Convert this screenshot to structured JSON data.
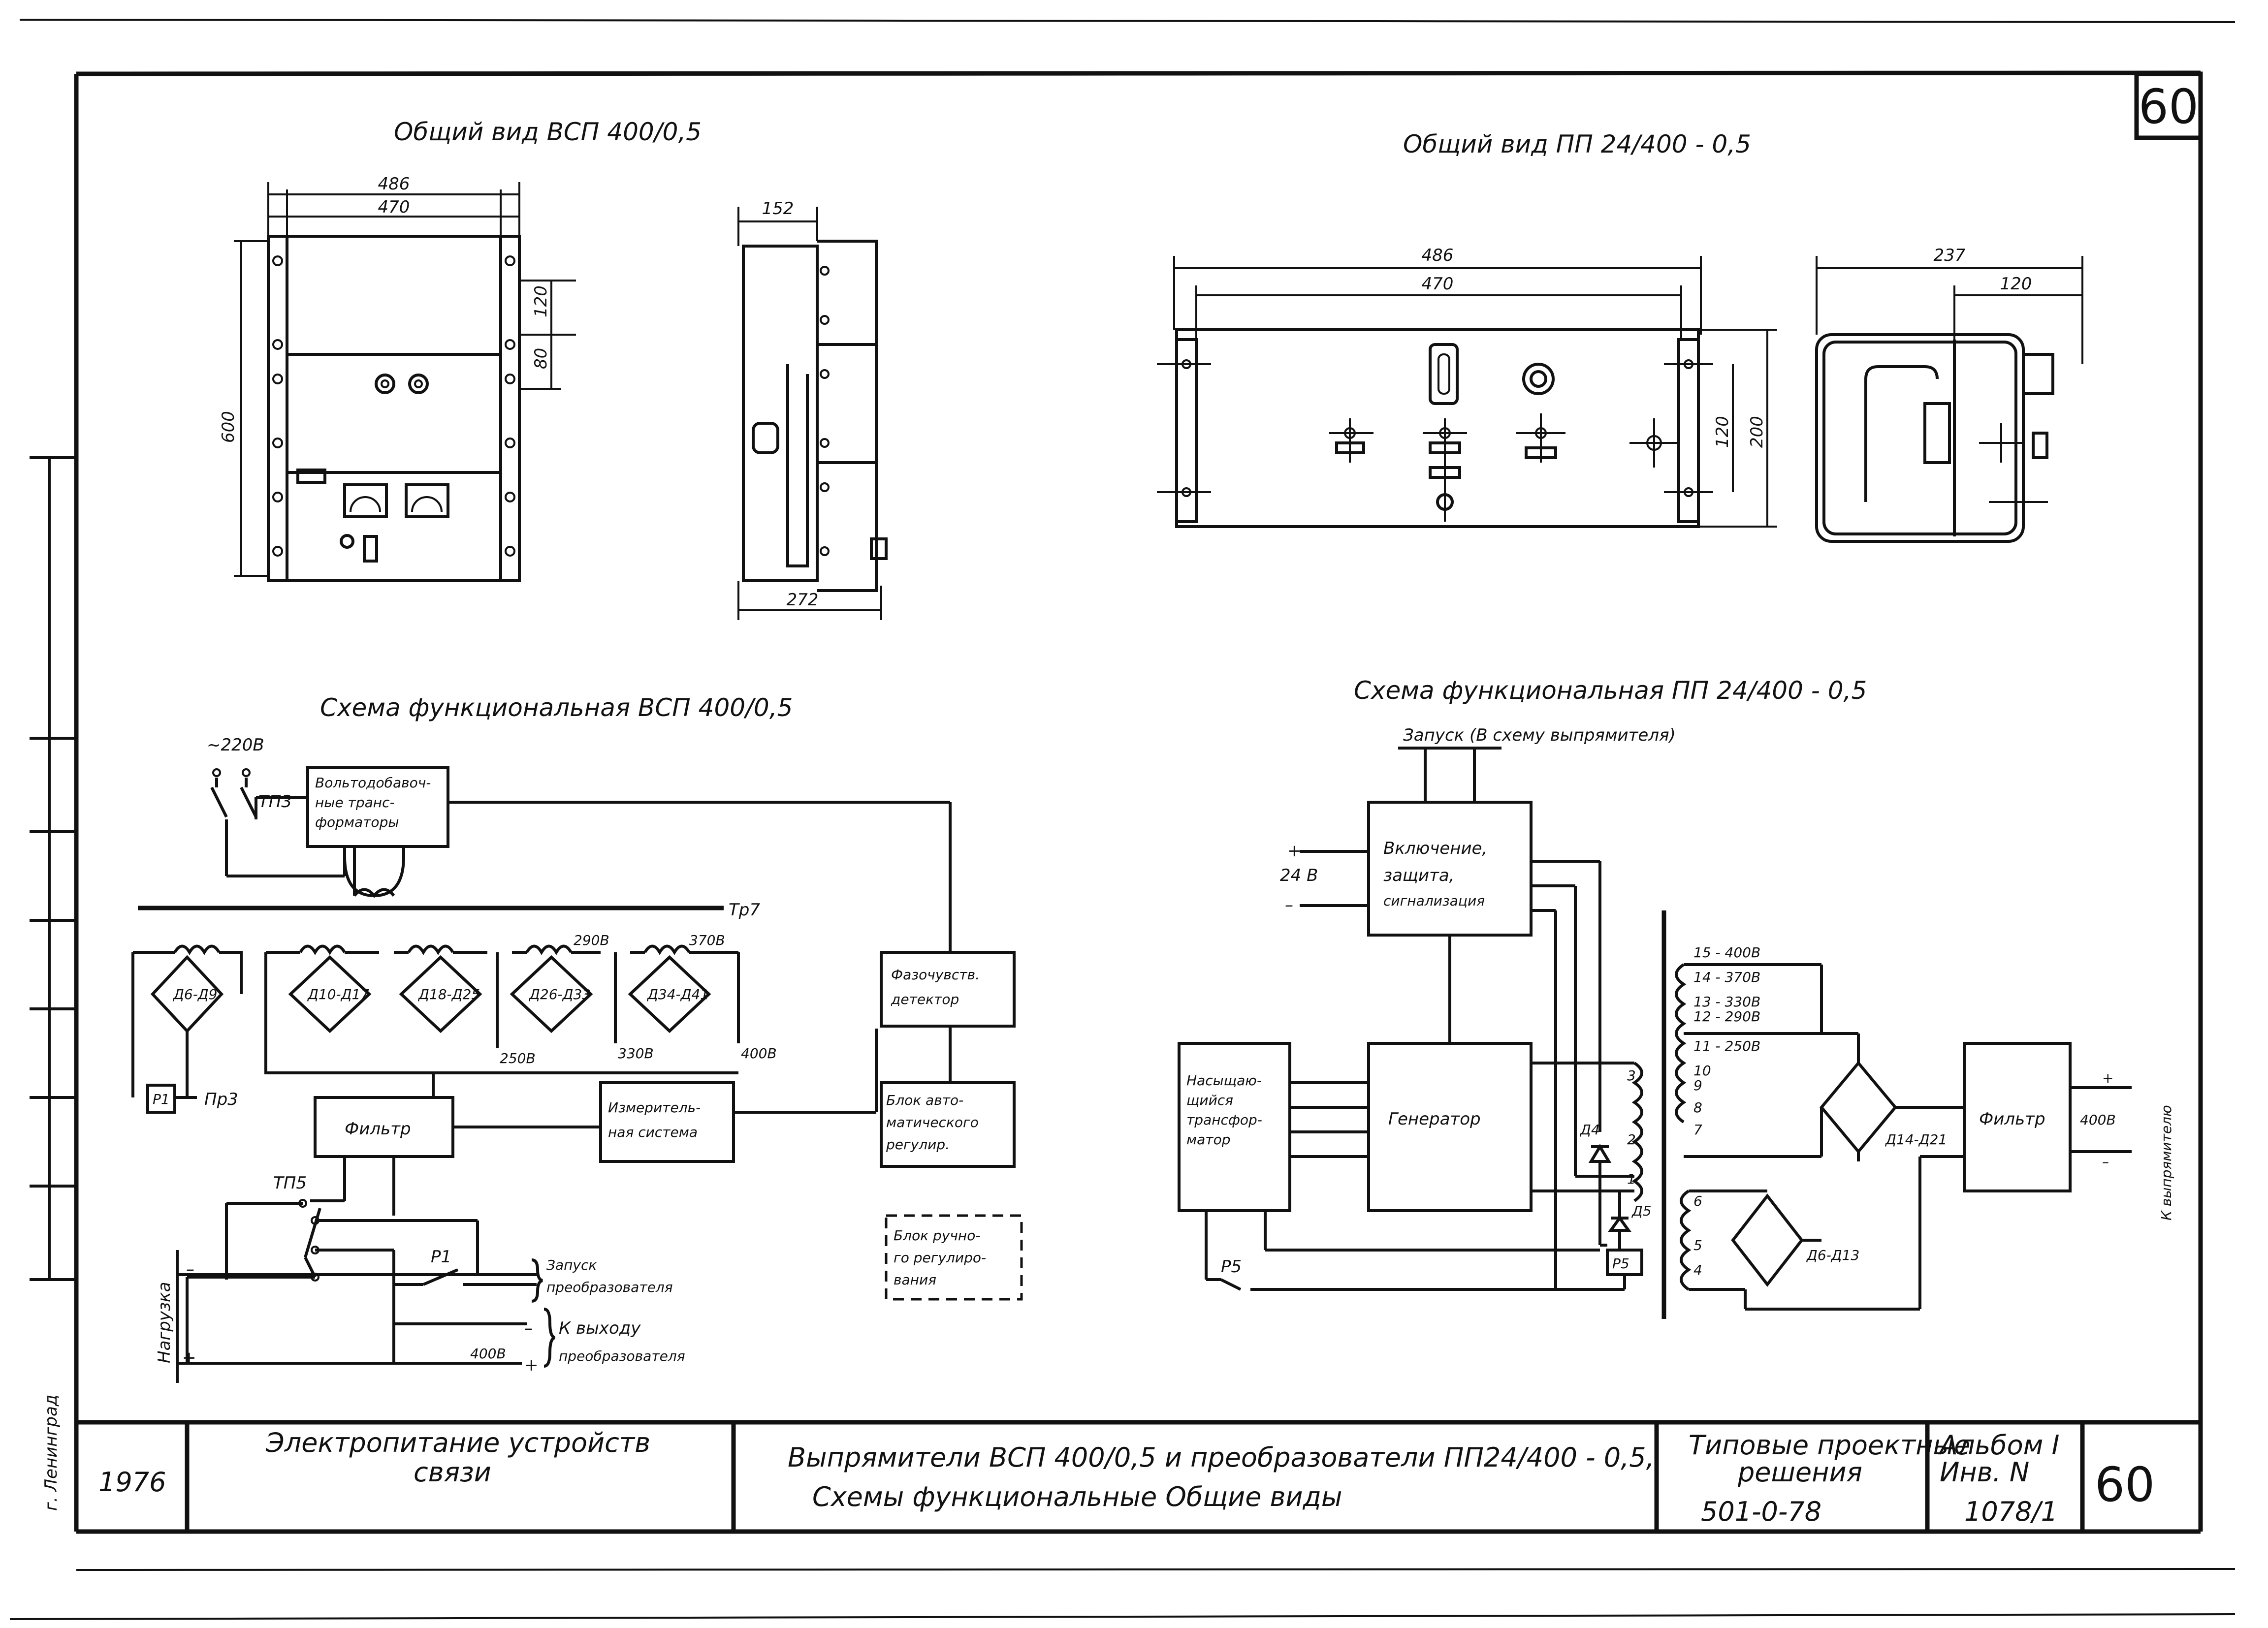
{
  "sheet_number": "60",
  "views": {
    "vsp_title": "Общий   вид   ВСП 400/0,5",
    "pp_title": "Общий   вид   ПП 24/400 - 0,5",
    "vsp_dims": {
      "w_outer": "486",
      "w_inner": "470",
      "height": "600",
      "d1": "120",
      "d2": "80",
      "depth_top": "152",
      "depth_bottom": "272"
    },
    "pp_dims": {
      "w_outer": "486",
      "w_inner": "470",
      "h1": "120",
      "h2": "200",
      "depth": "237",
      "depth_inner": "120"
    }
  },
  "schema_vsp": {
    "title": "Схема   функциональная   ВСП 400/0,5",
    "supply": "~220В",
    "tp3": "ТП3",
    "booster": [
      "Вольтодобавоч-",
      "ные транс-",
      "форматоры"
    ],
    "tr7": "Тр7",
    "bridges": [
      "Д6-Д9",
      "Д10-Д17",
      "Д18-Д25",
      "Д26-Д33",
      "Д34-Д41"
    ],
    "taps": {
      "t290": "290В",
      "t370": "370В",
      "t250": "250В",
      "t330": "330В",
      "t400": "400В"
    },
    "relay_box": "Р1",
    "pr3": "Пр3",
    "filter": "Фильтр",
    "meas": [
      "Измеритель-",
      "ная система"
    ],
    "phase": [
      "Фазочувств.",
      "детектор"
    ],
    "auto": [
      "Блок авто-",
      "матического",
      "регулир."
    ],
    "manual": [
      "Блок ручно-",
      "го регулиро-",
      "вания"
    ],
    "tp5": "ТП5",
    "p1": "Р1",
    "start": [
      "Запуск",
      "преобразователя"
    ],
    "out": [
      "К выходу",
      "преобразователя"
    ],
    "v400": "400В",
    "load": "Нагрузка",
    "minus": "–",
    "plus": "+"
  },
  "schema_pp": {
    "title": "Схема   функциональная   ПП 24/400 - 0,5",
    "start": "Запуск (В схему выпрямителя)",
    "control": [
      "Включение,",
      "защита,",
      "сигнализация"
    ],
    "v24": "24 В",
    "plus": "+",
    "minus": "–",
    "sat": [
      "Насыщаю-",
      "щийся",
      "трансфор-",
      "матор"
    ],
    "gen": "Генератор",
    "windings": [
      "3",
      "2",
      "1"
    ],
    "d4": "Д4",
    "d5": "Д5",
    "p5box": "Р5",
    "p5": "Р5",
    "taps": [
      "15 - 400В",
      "14 - 370В",
      "13 - 330В",
      "12 - 290В",
      "11 - 250В",
      "10",
      "9",
      "8",
      "7"
    ],
    "low_taps": [
      "6",
      "5",
      "4"
    ],
    "d14": "Д14-Д21",
    "d6": "Д6-Д13",
    "filter": "Фильтр",
    "v400": "400В",
    "to_rect": "К выпрямителю"
  },
  "left_margin": {
    "city": "г. Ленинград"
  },
  "title_block": {
    "year": "1976",
    "subject": [
      "Электропитание устройств",
      "связи"
    ],
    "desc1": "Выпрямители  ВСП  400/0,5  и  преобразователи  ПП24/400 - 0,5,",
    "desc2": "Схемы  функциональные          Общие   виды",
    "typical": [
      "Типовые проектные",
      "решения"
    ],
    "code": "501-0-78",
    "album": [
      "Альбом  I",
      "Инв. N"
    ],
    "inv": "1078/1",
    "sheet": "60"
  }
}
